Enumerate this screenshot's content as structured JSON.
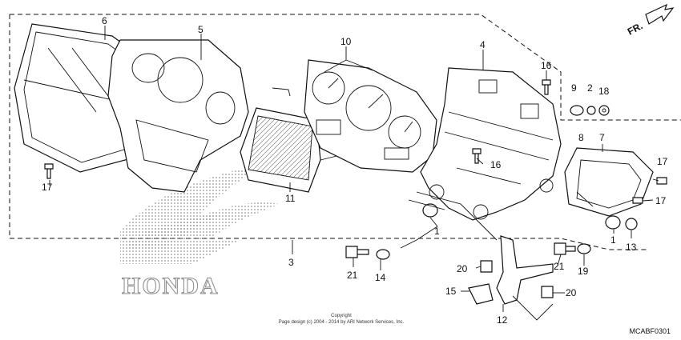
{
  "diagram": {
    "callouts": [
      "6",
      "5",
      "10",
      "4",
      "16",
      "9",
      "2",
      "18",
      "8",
      "7",
      "17",
      "16",
      "11",
      "17",
      "17",
      "1",
      "3",
      "1",
      "13",
      "21",
      "14",
      "20",
      "21",
      "19",
      "15",
      "20",
      "12"
    ],
    "direction_label": "FR.",
    "brand_watermark": "HONDA",
    "copyright_line1": "Copyright",
    "copyright_line2": "Page design (c) 2004 - 2014 by ARI Network Services, Inc.",
    "figure_code": "MCABF0301"
  }
}
